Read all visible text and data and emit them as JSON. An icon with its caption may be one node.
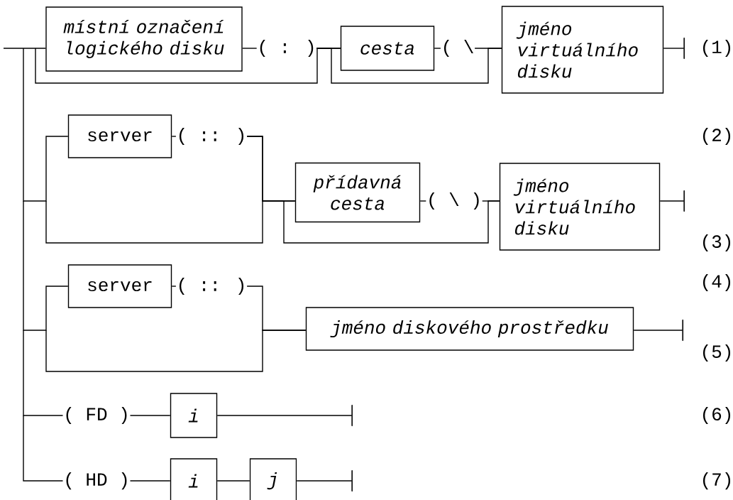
{
  "diagram": {
    "nodes": [
      {
        "text": [
          "místní označení logického disku"
        ]
      },
      {
        "text": [
          "( : )"
        ]
      },
      {
        "text": [
          "cesta"
        ]
      },
      {
        "text": [
          "( \\"
        ]
      },
      {
        "text": [
          "jméno virtuálního disku"
        ]
      },
      {
        "text": [
          "server"
        ]
      },
      {
        "text": [
          "( :: )"
        ]
      },
      {
        "text": [
          "přídavná cesta"
        ]
      },
      {
        "text": [
          "( \\ )"
        ]
      },
      {
        "text": [
          "jméno virtuálního disku"
        ]
      },
      {
        "text": [
          "server"
        ]
      },
      {
        "text": [
          "( :: )"
        ]
      },
      {
        "text": [
          "jméno diskového prostředku"
        ]
      },
      {
        "text": [
          "( FD )"
        ]
      },
      {
        "text": [
          "i"
        ]
      },
      {
        "text": [
          "( HD )"
        ]
      },
      {
        "text": [
          "i"
        ]
      },
      {
        "text": [
          "j"
        ]
      }
    ],
    "edges": [
      {
        "from": null,
        "to": 0,
        "arrow": "none"
      },
      {
        "from": 0,
        "to": 1,
        "arrow": "none"
      },
      {
        "from": 1,
        "to": 2,
        "arrow": "none"
      },
      {
        "from": 2,
        "to": 3,
        "arrow": "none"
      },
      {
        "from": 3,
        "to": 4,
        "arrow": "none"
      },
      {
        "from": null,
        "to": 2,
        "arrow": "none"
      },
      {
        "from": 1,
        "to": 4,
        "arrow": "none"
      },
      {
        "from": 4,
        "to": null,
        "arrow": "other"
      },
      {
        "from": null,
        "to": 5,
        "arrow": "none"
      },
      {
        "from": 5,
        "to": 6,
        "arrow": "none"
      },
      {
        "from": 6,
        "to": 7,
        "arrow": "none"
      },
      {
        "from": null,
        "to": 7,
        "arrow": "none"
      },
      {
        "from": 7,
        "to": 8,
        "arrow": "none"
      },
      {
        "from": 8,
        "to": 9,
        "arrow": "none"
      },
      {
        "from": 6,
        "to": 9,
        "arrow": "none"
      },
      {
        "from": 9,
        "to": null,
        "arrow": "other"
      },
      {
        "from": null,
        "to": 10,
        "arrow": "none"
      },
      {
        "from": 10,
        "to": 11,
        "arrow": "none"
      },
      {
        "from": 11,
        "to": 12,
        "arrow": "none"
      },
      {
        "from": null,
        "to": 12,
        "arrow": "none"
      },
      {
        "from": 12,
        "to": null,
        "arrow": "other"
      },
      {
        "from": null,
        "to": 13,
        "arrow": "none"
      },
      {
        "from": 13,
        "to": 14,
        "arrow": "none"
      },
      {
        "from": 14,
        "to": null,
        "arrow": "other"
      },
      {
        "from": null,
        "to": 15,
        "arrow": "none"
      },
      {
        "from": 15,
        "to": 16,
        "arrow": "none"
      },
      {
        "from": 16,
        "to": 17,
        "arrow": "none"
      },
      {
        "from": 17,
        "to": null,
        "arrow": "other"
      }
    ],
    "labels": [
      "(1)",
      "(2)",
      "(3)",
      "(4)",
      "(5)",
      "(6)",
      "(7)"
    ]
  }
}
